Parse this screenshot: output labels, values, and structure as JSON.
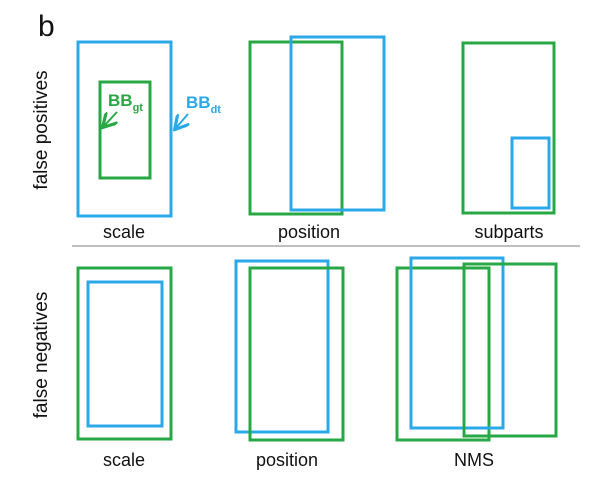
{
  "panel_letter": "b",
  "rows": {
    "top_label": "false positives",
    "bottom_label": "false negatives"
  },
  "cases": {
    "fp_scale": "scale",
    "fp_position": "position",
    "fp_subparts": "subparts",
    "fn_scale": "scale",
    "fn_position": "position",
    "fn_nms": "NMS"
  },
  "annotations": {
    "gt_main": "BB",
    "gt_sub": "gt",
    "dt_main": "BB",
    "dt_sub": "dt"
  },
  "colors": {
    "ground_truth": "#27a844",
    "detection": "#2aa8ea",
    "divider": "#aaaaaa"
  }
}
